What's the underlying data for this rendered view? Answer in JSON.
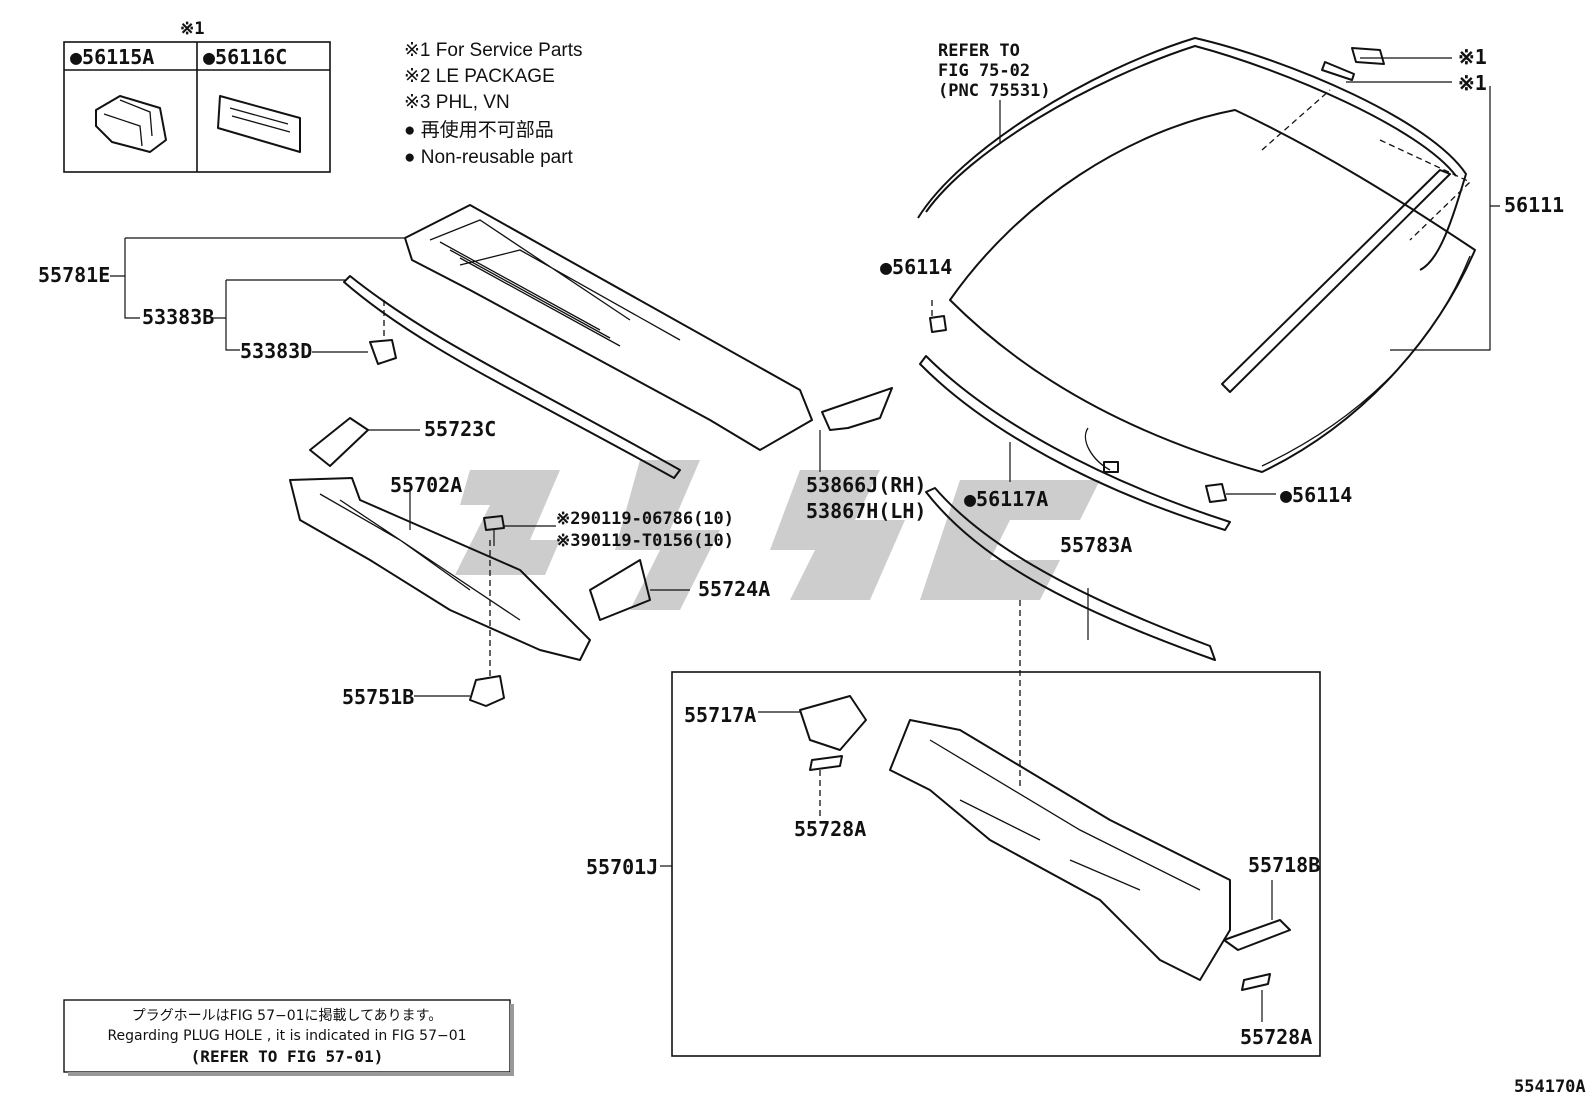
{
  "service_parts": {
    "marker": "※1",
    "items": [
      {
        "label": "●56115A"
      },
      {
        "label": "●56116C"
      }
    ]
  },
  "legend": {
    "lines": [
      "※1 For Service Parts",
      "※2 LE PACKAGE",
      "※3 PHL, VN",
      "● 再使用不可部品",
      "● Non-reusable part"
    ]
  },
  "refer": {
    "line1": "REFER TO",
    "line2": "FIG 75-02",
    "line3": "(PNC 75531)"
  },
  "part_labels": {
    "p56111": "56111",
    "p56114_top": "●56114",
    "p56114_bottom": "●56114",
    "p56117A": "●56117A",
    "p55783A": "55783A",
    "p55781E": "55781E",
    "p53383B": "53383B",
    "p53383D": "53383D",
    "p55723C": "55723C",
    "p55702A": "55702A",
    "p290119": "※290119-06786(10)",
    "p390119": "※390119-T0156(10)",
    "p55724A": "55724A",
    "p55751B": "55751B",
    "p53866J": "53866J(RH)",
    "p53867H": "53867H(LH)",
    "p55717A": "55717A",
    "p55728A_left": "55728A",
    "p55701J": "55701J",
    "p55718B": "55718B",
    "p55728A_right": "55728A",
    "svc1_a": "※1",
    "svc1_b": "※1"
  },
  "footnote": {
    "jp": "プラグホールはFIG 57−01に掲載してあります。",
    "en": "Regarding  PLUG  HOLE , it is indicated in  FIG  57−01",
    "ref": "(REFER TO FIG 57-01)"
  },
  "figure_id": "554170A"
}
